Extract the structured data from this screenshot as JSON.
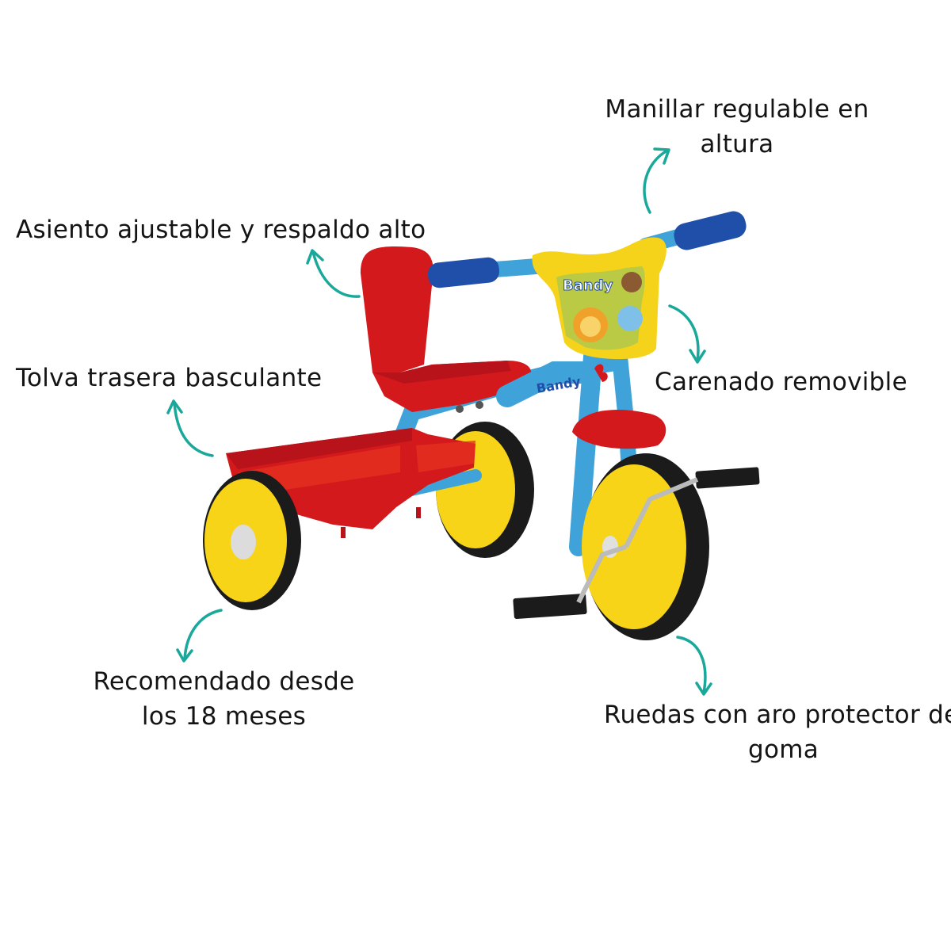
{
  "labels": {
    "manillar": [
      "Manillar regulable en",
      "altura"
    ],
    "asiento": "Asiento ajustable y respaldo alto",
    "tolva": "Tolva trasera basculante",
    "carenado": "Carenado removible",
    "recomendado": [
      "Recomendado desde",
      "los 18 meses"
    ],
    "ruedas": [
      "Ruedas con aro protector de",
      "goma"
    ]
  },
  "product": {
    "brand_text": "Bandy"
  },
  "colors": {
    "arrow": "#19a89a",
    "frame_blue": "#3fa3d9",
    "seat_red": "#d4191c",
    "wheel_yellow": "#f7d417",
    "tire_black": "#1b1b1b",
    "grip_blue": "#1f4fa8",
    "plate_yellow": "#f5d31a"
  },
  "icons": {
    "arrows": [
      "curved-arrow-manillar",
      "curved-arrow-asiento",
      "curved-arrow-tolva",
      "curved-arrow-carenado",
      "curved-arrow-recomendado",
      "curved-arrow-ruedas"
    ]
  }
}
